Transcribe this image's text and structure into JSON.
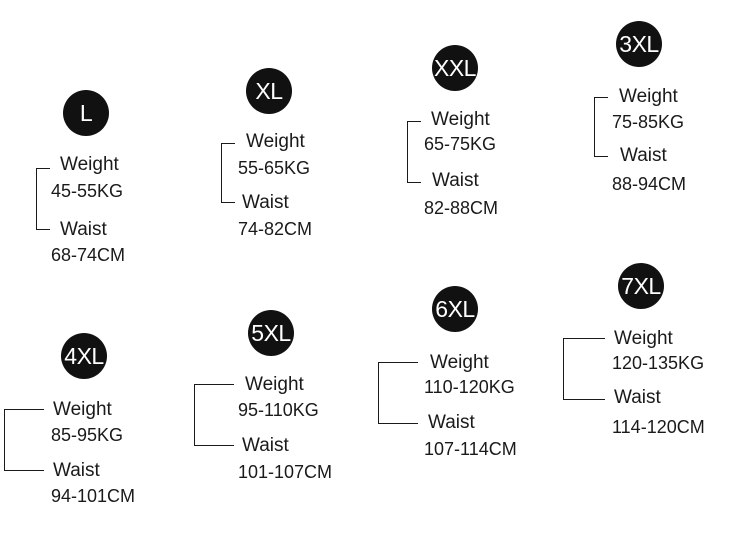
{
  "sizes": [
    {
      "size": "L",
      "weight_label": "Weight",
      "weight": "45-55KG",
      "waist_label": "Waist",
      "waist": "68-74CM"
    },
    {
      "size": "XL",
      "weight_label": "Weight",
      "weight": "55-65KG",
      "waist_label": "Waist",
      "waist": "74-82CM"
    },
    {
      "size": "XXL",
      "weight_label": "Weight",
      "weight": "65-75KG",
      "waist_label": "Waist",
      "waist": "82-88CM"
    },
    {
      "size": "3XL",
      "weight_label": "Weight",
      "weight": "75-85KG",
      "waist_label": "Waist",
      "waist": "88-94CM"
    },
    {
      "size": "4XL",
      "weight_label": "Weight",
      "weight": "85-95KG",
      "waist_label": "Waist",
      "waist": "94-101CM"
    },
    {
      "size": "5XL",
      "weight_label": "Weight",
      "weight": "95-110KG",
      "waist_label": "Waist",
      "waist": "101-107CM"
    },
    {
      "size": "6XL",
      "weight_label": "Weight",
      "weight": "110-120KG",
      "waist_label": "Waist",
      "waist": "107-114CM"
    },
    {
      "size": "7XL",
      "weight_label": "Weight",
      "weight": "120-135KG",
      "waist_label": "Waist",
      "waist": "114-120CM"
    }
  ]
}
